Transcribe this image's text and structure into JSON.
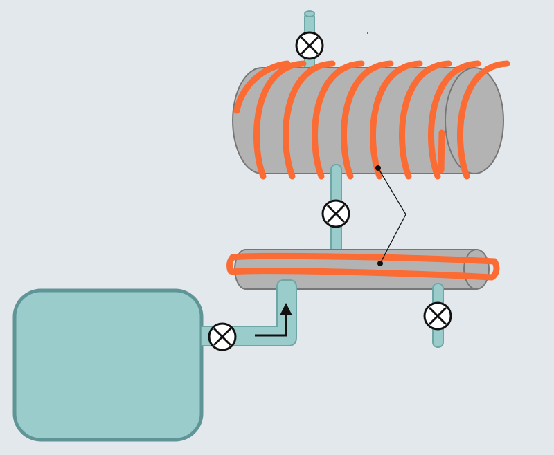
{
  "colors": {
    "background": "#e3e8ec",
    "tank_fill": "#9acccb",
    "tank_stroke": "#5f9596",
    "pipe_fill": "#9acccb",
    "pipe_stroke": "#6ea6a6",
    "cylinder_fill": "#b3b3b3",
    "cylinder_stroke": "#777777",
    "coil": "#fb6b34",
    "valve_stroke": "#111111",
    "valve_fill": "#ffffff",
    "leader_line": "#111111",
    "flow_arrow": "#111111"
  },
  "components": {
    "storage_tank": {
      "icon": "rounded-square-tank"
    },
    "upper_cylinder": {
      "icon": "horizontal-cylinder",
      "coil_turns": 8
    },
    "lower_cylinder": {
      "icon": "horizontal-cylinder",
      "coil_turns": 2
    },
    "valves": [
      {
        "id": "valve-top-inlet",
        "icon": "cross-circle-valve-icon"
      },
      {
        "id": "valve-between-cylinders",
        "icon": "cross-circle-valve-icon"
      },
      {
        "id": "valve-tank-outlet",
        "icon": "cross-circle-valve-icon"
      },
      {
        "id": "valve-bottom-outlet",
        "icon": "cross-circle-valve-icon"
      }
    ],
    "flow_arrow": {
      "icon": "right-angle-arrow-icon",
      "direction": "up"
    },
    "leader_lines": {
      "icon": "callout-leader-icon",
      "points_to": [
        "upper-coil",
        "lower-coil"
      ]
    }
  }
}
